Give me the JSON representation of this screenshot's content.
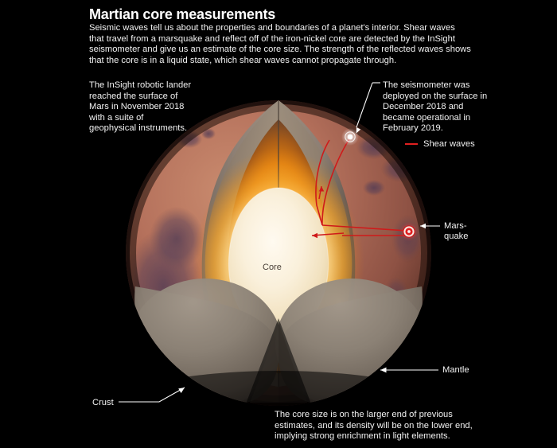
{
  "header": {
    "title": "Martian core measurements",
    "standfirst": "Seismic waves tell us about the properties and boundaries of a planet's interior. Shear waves that travel from a marsquake and reflect off of the iron-nickel core are detected by the InSight seismometer and give us an estimate of the core size. The strength of the reflected waves shows that the core is in a liquid state, which shear waves cannot propagate through."
  },
  "annotations": {
    "lander_note": "The InSight robotic lander reached the surface of Mars in November 2018 with a suite of geophysical instruments.",
    "seismometer_note": "The seismometer was deployed on the surface in December 2018 and became operational in February 2019.",
    "core_size_note": "The core size is on the larger end of previous estimates, and its density will be on the lower end, implying strong enrichment in light elements."
  },
  "legend": {
    "shear_waves_label": "Shear waves",
    "shear_waves_color": "#e02020"
  },
  "labels": {
    "marsquake": "Mars-\nquake",
    "marsquake_line1": "Mars-",
    "marsquake_line2": "quake",
    "mantle": "Mantle",
    "crust": "Crust",
    "core": "Core"
  },
  "colors": {
    "background": "#000000",
    "text": "#f2f2f2",
    "shear_wave": "#e02020",
    "crust_surface": "#b5715c",
    "crust_dark_terrain": "#5e4258",
    "mantle_face": "#8a7f72",
    "mantle_glow": "#e8890f",
    "core_fill": "#f8ecd2",
    "leader_line": "#ffffff",
    "core_label": "#4a4038"
  },
  "icons": {
    "seismometer_marker": "white-dot-marker",
    "marsquake_marker": "red-target-marker"
  }
}
